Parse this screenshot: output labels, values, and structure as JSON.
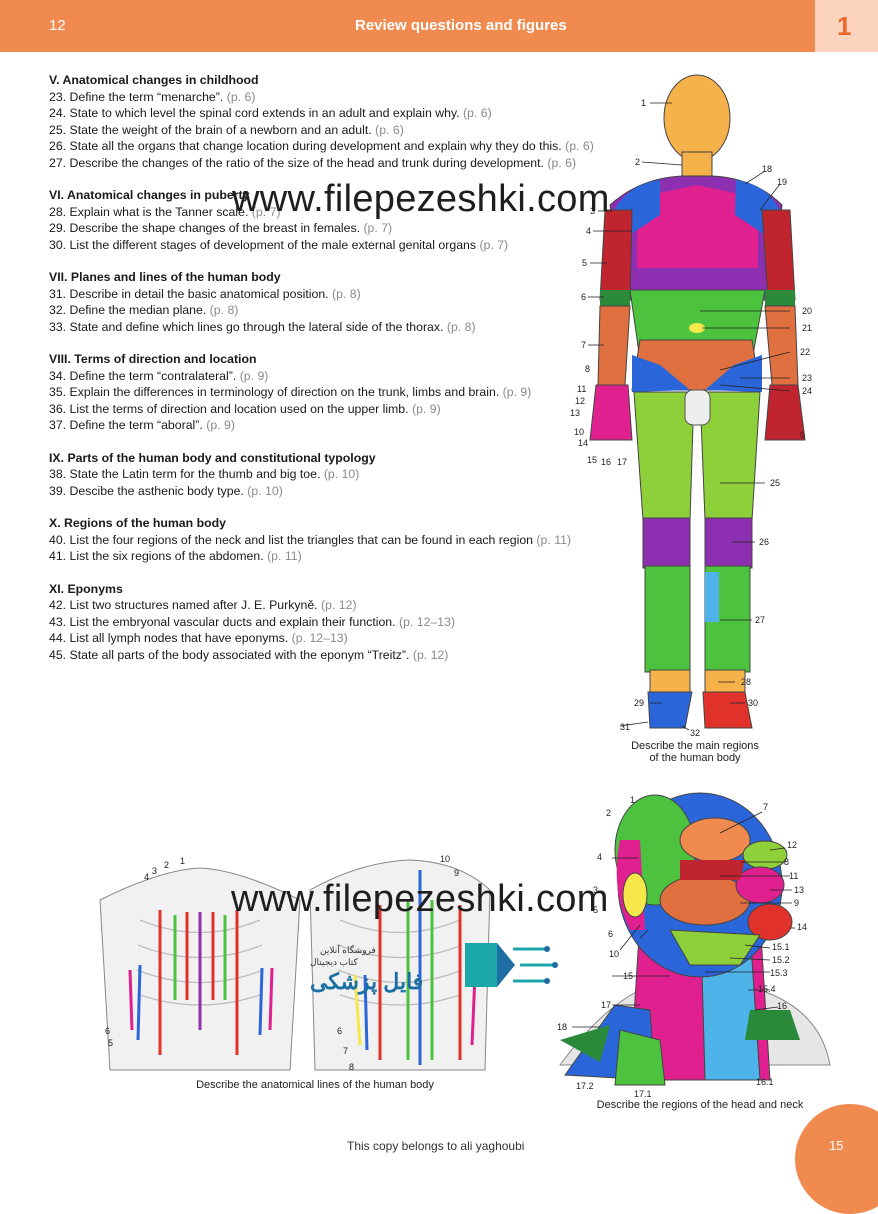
{
  "header": {
    "page_number": "12",
    "title": "Review questions and figures",
    "chapter": "1"
  },
  "sections": [
    {
      "heading": "V. Anatomical changes in childhood",
      "items": [
        {
          "text": "23. Define the term “menarche”.",
          "page": "(p. 6)"
        },
        {
          "text": "24. State to which level the spinal cord extends in an adult and explain why.",
          "page": "(p. 6)"
        },
        {
          "text": "25. State the weight of the brain of a newborn and an adult.",
          "page": "(p. 6)"
        },
        {
          "text": "26. State all the organs that change location during development and explain why they do this.",
          "page": "(p. 6)"
        },
        {
          "text": "27. Describe the changes of the ratio of the size of the head and trunk during development.",
          "page": "(p. 6)"
        }
      ]
    },
    {
      "heading": "VI. Anatomical changes in puberty",
      "items": [
        {
          "text": "28. Explain what is the Tanner scale.",
          "page": "(p. 7)"
        },
        {
          "text": "29. Describe the shape changes of the breast in females.",
          "page": "(p. 7)"
        },
        {
          "text": "30. List the different stages of development of the male external genital organs",
          "page": "(p. 7)"
        }
      ]
    },
    {
      "heading": "VII. Planes and lines of the human body",
      "items": [
        {
          "text": "31. Describe in detail the basic anatomical position.",
          "page": "(p. 8)"
        },
        {
          "text": "32. Define the median plane.",
          "page": "(p. 8)"
        },
        {
          "text": "33. State and define which lines go through the lateral side of the thorax.",
          "page": "(p. 8)"
        }
      ]
    },
    {
      "heading": "VIII. Terms of direction and location",
      "items": [
        {
          "text": "34. Define the term “contralateral”.",
          "page": "(p. 9)"
        },
        {
          "text": "35. Explain the differences in terminology of direction on the trunk, limbs and brain.",
          "page": "(p. 9)"
        },
        {
          "text": "36. List the terms of direction and location used on the upper limb.",
          "page": "(p. 9)"
        },
        {
          "text": "37. Define the term “aboral”.",
          "page": "(p. 9)"
        }
      ]
    },
    {
      "heading": "IX. Parts of the human body and constitutional typology",
      "items": [
        {
          "text": "38. State the Latin term for the thumb and big toe.",
          "page": "(p. 10)"
        },
        {
          "text": "39. Descibe the asthenic body type.",
          "page": "(p. 10)"
        }
      ]
    },
    {
      "heading": "X. Regions of the human body",
      "items": [
        {
          "text": "40. List the four regions of the neck and list the triangles that can be found in each region",
          "page": "(p. 11)"
        },
        {
          "text": "41. List the six regions of the abdomen.",
          "page": "(p. 11)"
        }
      ]
    },
    {
      "heading": "XI. Eponyms",
      "items": [
        {
          "text": "42. List two structures named after J. E. Purkyně.",
          "page": "(p. 12)"
        },
        {
          "text": "43. List the embryonal vascular ducts and explain their function.",
          "page": "(p. 12–13)"
        },
        {
          "text": "44. List all lymph nodes that have eponyms.",
          "page": "(p. 12–13)"
        },
        {
          "text": "45. State all parts of the body associated with the eponym “Treitz”.",
          "page": "(p. 12)"
        }
      ]
    }
  ],
  "watermark": {
    "text": "www.filepezeshki.com",
    "logo_line1": "فروشگاه آنلاین",
    "logo_line2": "کتاب دیجیتال",
    "logo_brand": "فایل پزشکی"
  },
  "figures": {
    "body_caption_1": "Describe the main regions",
    "body_caption_2": "of the human body",
    "lines_caption": "Describe the anatomical lines of the human body",
    "head_caption": "Describe the regions of the head and neck",
    "body_labels": [
      "1",
      "2",
      "3",
      "4",
      "5",
      "6",
      "7",
      "8",
      "9",
      "10",
      "11",
      "12",
      "13",
      "14",
      "15",
      "16",
      "17",
      "18",
      "19",
      "20",
      "21",
      "22",
      "23",
      "24",
      "25",
      "26",
      "27",
      "28",
      "29",
      "30",
      "31",
      "32"
    ],
    "lines_labels": [
      "1",
      "2",
      "3",
      "4",
      "5",
      "6",
      "6",
      "7",
      "8",
      "9",
      "10"
    ],
    "head_labels": [
      "1",
      "2",
      "3",
      "4",
      "5",
      "6",
      "7",
      "8",
      "9",
      "10",
      "11",
      "12",
      "13",
      "14",
      "15",
      "15.1",
      "15.2",
      "15.3",
      "15.4",
      "16",
      "16.1",
      "17",
      "17.1",
      "17.2",
      "18"
    ],
    "colors": {
      "orange": "#f18a4f",
      "skin": "#f5b14a",
      "magenta": "#e0208f",
      "purple": "#8c2fb0",
      "green": "#4cc23f",
      "lightgreen": "#8ed03a",
      "red": "#c0242e",
      "blue": "#2a66d9",
      "lightblue": "#4db3e8",
      "yellow": "#f6e84a"
    }
  },
  "footer": {
    "copy": "This copy belongs to ali yaghoubi",
    "page_number": "15"
  }
}
